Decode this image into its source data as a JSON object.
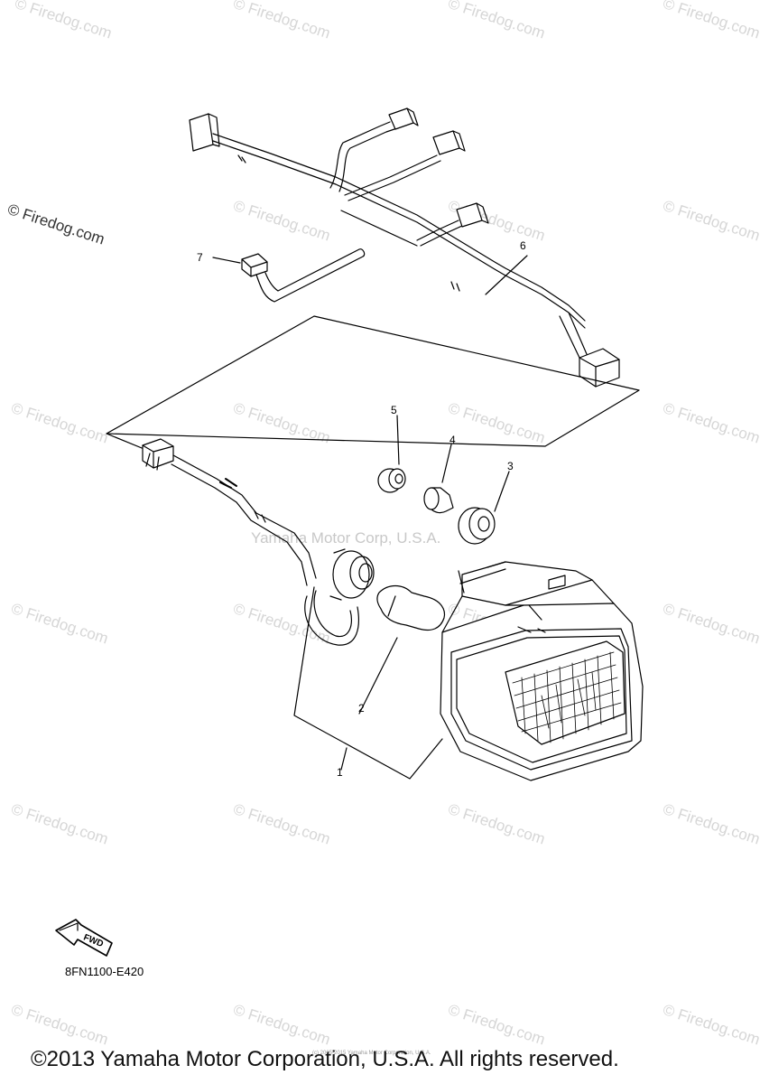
{
  "watermark": "© Firedog.com",
  "watermark_center": "Yamaha Motor Corp, U.S.A.",
  "callouts": [
    "1",
    "2",
    "3",
    "4",
    "5",
    "6",
    "7"
  ],
  "fwd_label": "FWD",
  "diagram_code": "8FN1100-E420",
  "small_print": "(c) 2005-2015 Yamaha Motor Corporation, U.S.A.",
  "copyright": "©2013 Yamaha Motor Corporation, U.S.A. All rights reserved."
}
